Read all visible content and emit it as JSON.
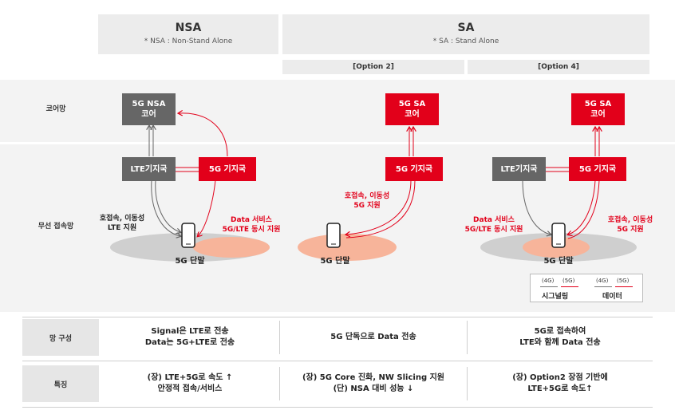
{
  "header": {
    "nsa": {
      "title": "NSA",
      "subtitle": "* NSA : Non-Stand Alone"
    },
    "sa": {
      "title": "SA",
      "subtitle": "* SA : Stand Alone"
    },
    "options": [
      "[Option 2]",
      "[Option 4]"
    ]
  },
  "rows": {
    "core": "코어망",
    "radio": "무선 접속망"
  },
  "nsa_diagram": {
    "core_box": [
      "5G NSA",
      "코어"
    ],
    "lte_box": "LTE기지국",
    "g5_box": "5G 기지국",
    "left_note": [
      "호접속, 이동성",
      "LTE 지원"
    ],
    "right_note": [
      "Data 서비스",
      "5G/LTE 동시 지원"
    ],
    "terminal": "5G 단말"
  },
  "opt2_diagram": {
    "core_box": [
      "5G SA",
      "코어"
    ],
    "g5_box": "5G 기지국",
    "note": [
      "호접속, 이동성",
      "5G 지원"
    ],
    "terminal": "5G 단말"
  },
  "opt4_diagram": {
    "core_box": [
      "5G SA",
      "코어"
    ],
    "lte_box": "LTE기지국",
    "g5_box": "5G 기지국",
    "left_note": [
      "Data 서비스",
      "5G/LTE 동시 지원"
    ],
    "right_note": [
      "호접속, 이동성",
      "5G 지원"
    ],
    "terminal": "5G 단말"
  },
  "legend": {
    "tag_4g": "(4G)",
    "tag_5g": "(5G)",
    "signaling": "시그널링",
    "data": "데이터"
  },
  "table": {
    "row1": {
      "label": "망 구성",
      "nsa": [
        "Signal은 LTE로 전송",
        "Data는 5G+LTE로 전송"
      ],
      "opt2": [
        "5G 단독으로 Data 전송"
      ],
      "opt4": [
        "5G로 접속하여",
        "LTE와 함께 Data 전송"
      ]
    },
    "row2": {
      "label": "특징",
      "nsa": [
        "(장) LTE+5G로 속도 ↑",
        "안정적 접속/서비스"
      ],
      "opt2": [
        "(장) 5G Core 진화, NW Slicing 지원",
        "(단) NSA 대비 성능 ↓"
      ],
      "opt4": [
        "(장) Option2 장점 기반에",
        "LTE+5G로 속도↑"
      ]
    }
  },
  "colors": {
    "red": "#e2001a",
    "grey": "#666666",
    "band": "#f3f3f3",
    "header": "#ececec",
    "ellipse": "#cfcfcf",
    "ellipse_hot": "#f7b49a"
  }
}
